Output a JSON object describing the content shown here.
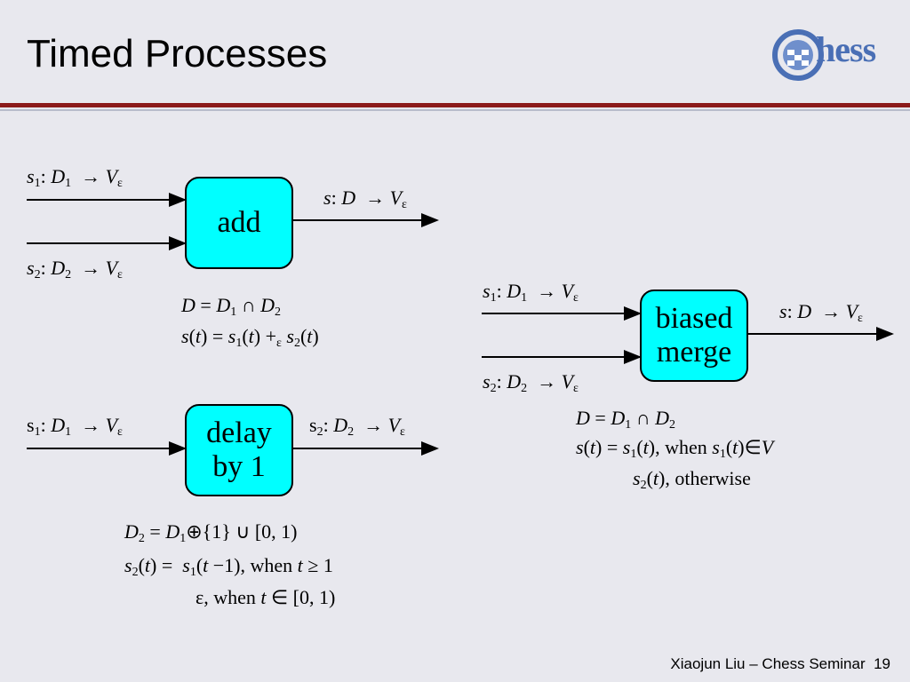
{
  "slide": {
    "title": "Timed Processes",
    "logo_text": "hess",
    "footer_author": "Xiaojun Liu – Chess Seminar",
    "page_number": "19"
  },
  "boxes": {
    "add": "add",
    "delay_line1": "delay",
    "delay_line2": "by 1",
    "merge_line1": "biased",
    "merge_line2": "merge"
  },
  "formulas": {
    "add_d": "D = D1 ∩ D2",
    "add_s": "s(t) = s1(t) +ε s2(t)",
    "delay_d": "D2 = D1⊕{1} ∪ [0, 1)",
    "delay_s1": "s2(t) = s1(t −1), when t ≥ 1",
    "delay_s2": "ε, when t ∈ [0, 1)",
    "merge_d": "D = D1 ∩ D2",
    "merge_s1": "s(t) = s1(t), when s1(t)∈V",
    "merge_s2": "s2(t), otherwise"
  },
  "colors": {
    "box_fill": "#00ffff",
    "rule": "#8b1a1a",
    "background": "#e8e8ee",
    "logo": "#4a6fb5"
  }
}
